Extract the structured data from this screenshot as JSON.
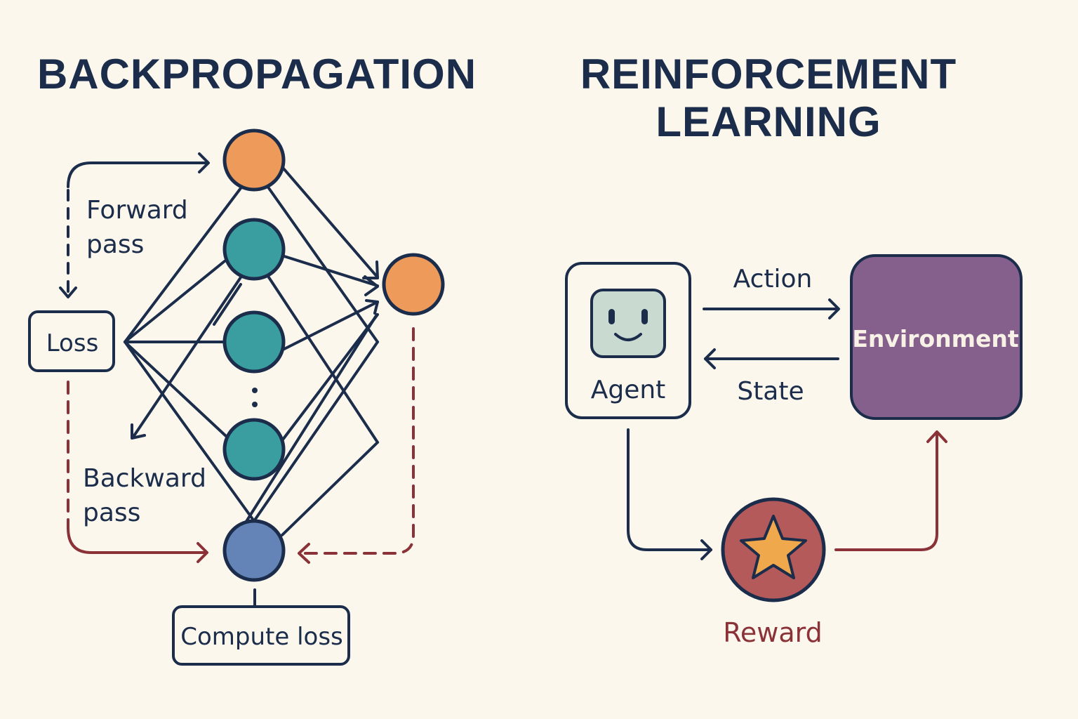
{
  "backprop": {
    "title": "BACKPROPAGATION",
    "forward_label_line1": "Forward",
    "forward_label_line2": "pass",
    "backward_label_line1": "Backward",
    "backward_label_line2": "pass",
    "loss_box": "Loss",
    "compute_loss_box": "Compute loss",
    "hidden_ellipsis": "⋮",
    "colors": {
      "input_node": "#ee9a5a",
      "hidden_node": "#3a9ea0",
      "output_node": "#ee9a5a",
      "loss_node": "#6484b8",
      "edge": "#1b2d4b",
      "backward_edge": "#8a3238"
    }
  },
  "rl": {
    "title_line1": "REINFORCEMENT",
    "title_line2": "LEARNING",
    "agent_label": "Agent",
    "environment_label": "Environment",
    "action_label": "Action",
    "state_label": "State",
    "reward_label": "Reward",
    "icons": {
      "agent": "smiley-face-icon",
      "reward": "star-icon"
    },
    "colors": {
      "agent_face": "#c9dbd0",
      "environment": "#86608c",
      "reward_circle": "#b55a5a",
      "star": "#f0a84d",
      "reward_arrow": "#8a3238"
    }
  }
}
